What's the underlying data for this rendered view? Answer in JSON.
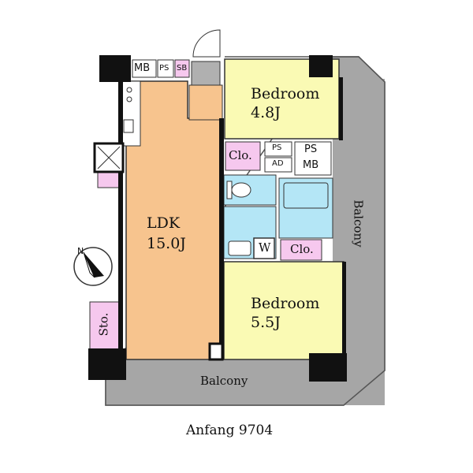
{
  "rooms": {
    "bedroom1": {
      "name": "Bedroom",
      "size": "4.8J"
    },
    "bedroom2": {
      "name": "Bedroom",
      "size": "5.5J"
    },
    "ldk": {
      "name": "LDK",
      "size": "15.0J"
    }
  },
  "labels": {
    "mb_top": "MB",
    "ps_top": "PS",
    "sb_top": "SB",
    "clo_upper": "Clo.",
    "clo_lower": "Clo.",
    "ps_small": "PS",
    "ad_small": "AD",
    "ps_mb_ps": "PS",
    "ps_mb_mb": "MB",
    "washer": "W",
    "storage": "Sto.",
    "balcony_side": "Balcony",
    "balcony_bottom": "Balcony"
  },
  "caption": "Anfang 9704",
  "colors": {
    "ldk": "#f7c48e",
    "bedroom": "#fafab4",
    "closet": "#f6c8ee",
    "wet": "#b4e6f6",
    "balcony": "#a6a6a6",
    "wall": "#111111"
  }
}
